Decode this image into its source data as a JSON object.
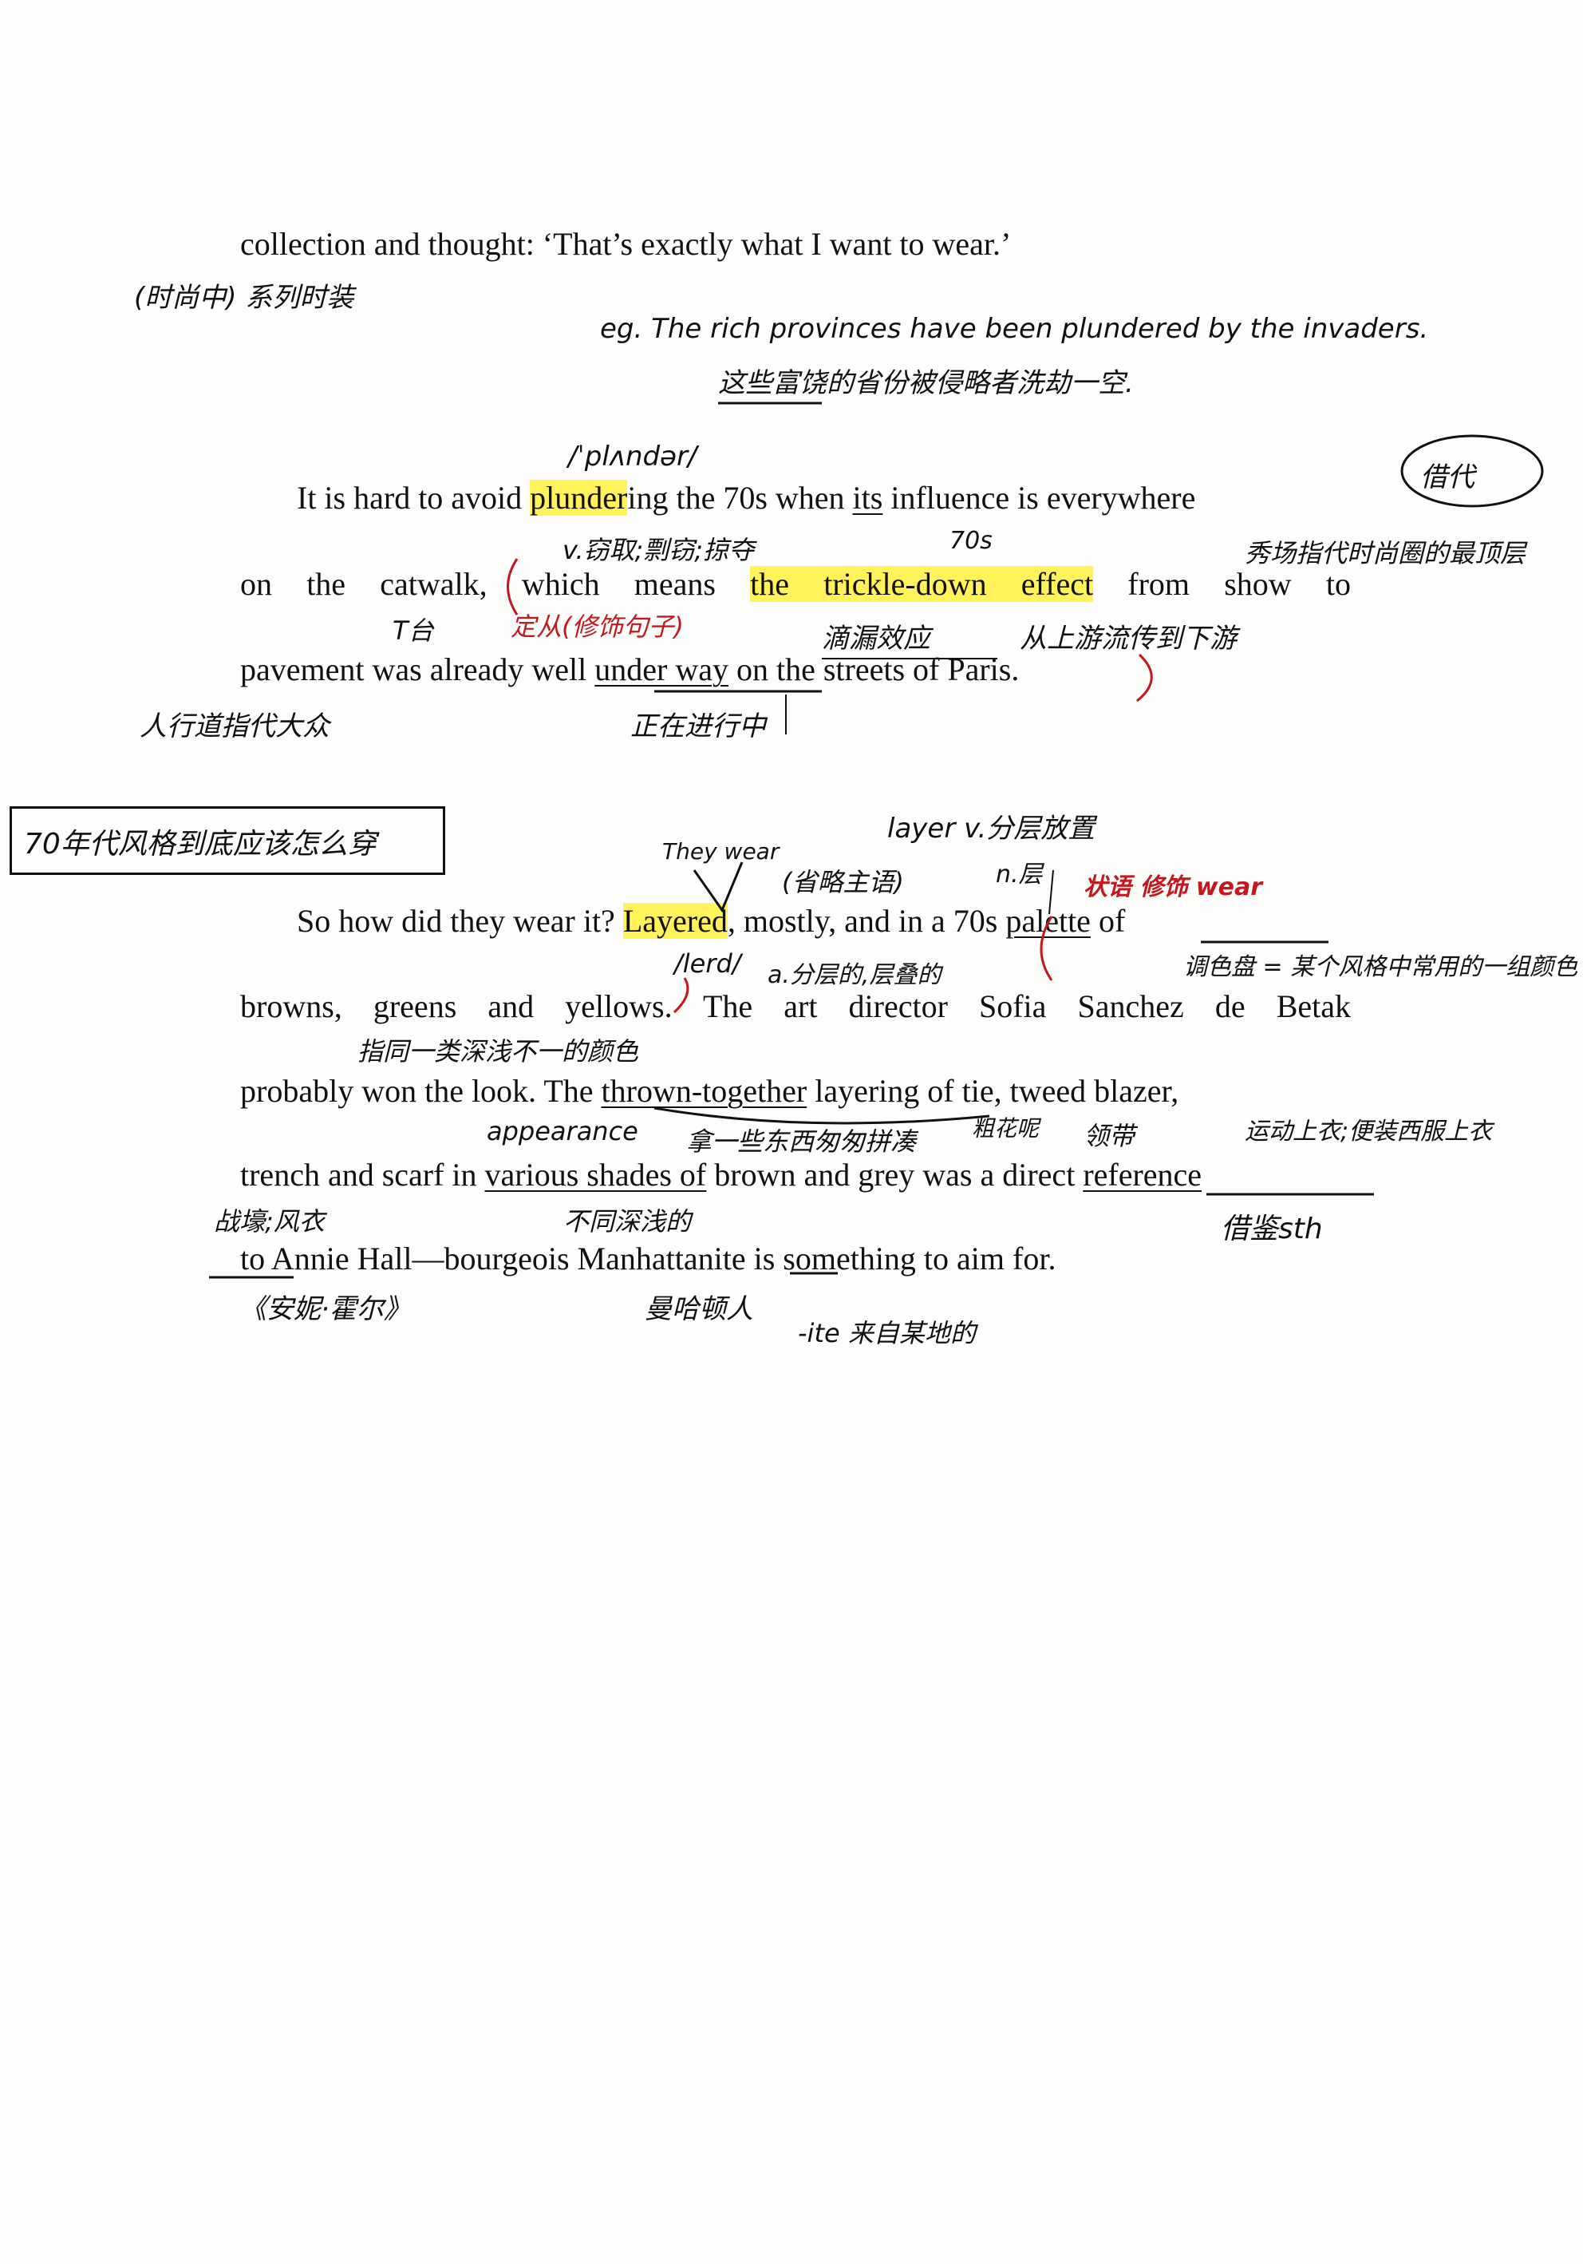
{
  "text": {
    "p1": "collection and thought: ‘That’s exactly what I want to wear.’",
    "p2_l1_a": "It is hard to avoid ",
    "p2_l1_hl": "plunder",
    "p2_l1_b": "ing the 70s when ",
    "p2_l1_its": "its",
    "p2_l1_c": " influence is everywhere",
    "p2_l2_a": "on the catwalk, which means ",
    "p2_l2_hl": "the trickle-down effect",
    "p2_l2_b": " from show to",
    "p2_l3_a": "pavement was already well ",
    "p2_l3_ul": "under way",
    "p2_l3_b": " on the streets of Paris.",
    "p3_l1_a": "So how did they wear it? ",
    "p3_l1_hl": "Layered",
    "p3_l1_b": ", mostly, and in a 70s ",
    "p3_l1_ul": "palette",
    "p3_l1_c": " of",
    "p3_l2": "browns, greens and yellows. The art director Sofia Sanchez de Betak",
    "p3_l3_a": "probably won the look. The ",
    "p3_l3_ul": "thrown-together",
    "p3_l3_b": " layering of tie, tweed blazer,",
    "p3_l4_a": "trench and scarf in ",
    "p3_l4_ul": "various shades of",
    "p3_l4_b": " brown and grey was a direct ",
    "p3_l4_ul2": "reference",
    "p3_l5": "to Annie Hall—bourgeois Manhattanite is something to aim for."
  },
  "notes": {
    "collection_zh": "(时尚中) 系列时装",
    "eg_en": "eg. The rich provinces have been plundered by the invaders.",
    "eg_zh": "这些富饶的省份被侵略者洗劫一空.",
    "plunder_ipa": "/ˈplʌndər/",
    "plunder_zh": "v.窃取;剽窃;掠夺",
    "its_zh": "70s",
    "catwalk_circle": "借代",
    "catwalk_zh": "秀场指代时尚圈的最顶层",
    "catwalk_T": "T台",
    "which_red": "定从(修饰句子)",
    "trickle_zh": "滴漏效应",
    "show_to_zh": "从上游流传到下游",
    "pavement_zh": "人行道指代大众",
    "under_way_zh": "正在进行中",
    "section_box": "70年代风格到底应该怎么穿",
    "they_wear": "They wear",
    "ellipsis_zh": "(省略主语)",
    "layer_verb": "layer v.分层放置",
    "layer_noun": "n.层",
    "adverbial_red": "状语 修饰 wear",
    "layered_ipa": "/lerd/",
    "layered_zh": "a.分层的,层叠的",
    "palette_zh": "调色盘 = 某个风格中常用的一组颜色",
    "colors_zh": "指同一类深浅不一的颜色",
    "appearance": "appearance",
    "thrown_zh": "拿一些东西匆匆拼凑",
    "tweed_zh": "粗花呢",
    "tie_zh": "领带",
    "blazer_zh": "运动上衣;便装西服上衣",
    "trench_zh": "战壕;风衣",
    "shades_zh": "不同深浅的",
    "reference_zh": "借鉴sth",
    "annie_zh": "《安妮·霍尔》",
    "manhattanite_zh": "曼哈顿人",
    "ite_zh": "-ite 来自某地的"
  },
  "colors": {
    "highlight": "#fff25a",
    "red_ink": "#c2191f",
    "paper": "#fdfdfb"
  }
}
